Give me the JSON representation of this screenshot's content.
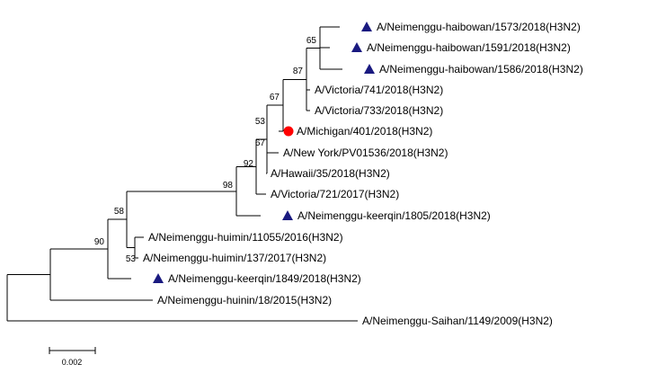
{
  "colors": {
    "triangle": "#1a1a80",
    "reference_dot": "#ff0000",
    "line": "#000000"
  },
  "leaves": [
    {
      "label": "A/Neimenggu-haibowan/1573/2018(H3N2)",
      "marker": "triangle"
    },
    {
      "label": "A/Neimenggu-haibowan/1591/2018(H3N2)",
      "marker": "triangle"
    },
    {
      "label": "A/Neimenggu-haibowan/1586/2018(H3N2)",
      "marker": "triangle"
    },
    {
      "label": "A/Victoria/741/2018(H3N2)",
      "marker": "none"
    },
    {
      "label": "A/Victoria/733/2018(H3N2)",
      "marker": "none"
    },
    {
      "label": "A/Michigan/401/2018(H3N2)",
      "marker": "circle"
    },
    {
      "label": "A/New York/PV01536/2018(H3N2)",
      "marker": "none"
    },
    {
      "label": "A/Hawaii/35/2018(H3N2)",
      "marker": "none"
    },
    {
      "label": "A/Victoria/721/2017(H3N2)",
      "marker": "none"
    },
    {
      "label": "A/Neimenggu-keerqin/1805/2018(H3N2)",
      "marker": "triangle"
    },
    {
      "label": "A/Neimenggu-huimin/11055/2016(H3N2)",
      "marker": "none"
    },
    {
      "label": "A/Neimenggu-huimin/137/2017(H3N2)",
      "marker": "none"
    },
    {
      "label": "A/Neimenggu-keerqin/1849/2018(H3N2)",
      "marker": "triangle"
    },
    {
      "label": "A/Neimenggu-huinin/18/2015(H3N2)",
      "marker": "none"
    },
    {
      "label": "A/Neimenggu-Saihan/1149/2009(H3N2)",
      "marker": "none"
    }
  ],
  "support_values": [
    "65",
    "87",
    "67",
    "53",
    "67",
    "92",
    "98",
    "58",
    "53",
    "90"
  ],
  "scale_bar": {
    "label": "0.002"
  }
}
